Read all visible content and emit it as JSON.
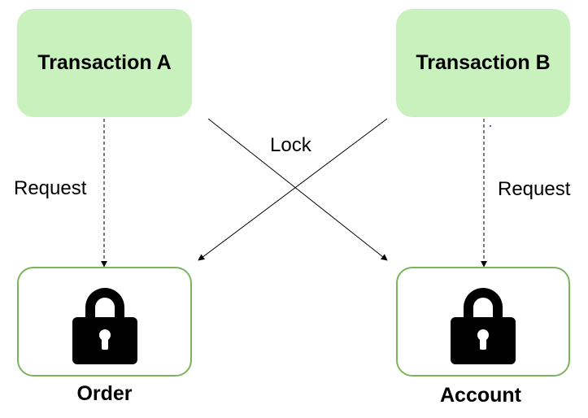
{
  "nodes": {
    "transaction_a": {
      "label": "Transaction A"
    },
    "transaction_b": {
      "label": "Transaction B"
    },
    "order": {
      "label": "Order",
      "icon": "lock-icon"
    },
    "account": {
      "label": "Account",
      "icon": "lock-icon"
    }
  },
  "edges": {
    "request_a": {
      "label": "Request",
      "from": "Transaction A",
      "to": "Order",
      "style": "dashed"
    },
    "request_b": {
      "label": "Request",
      "from": "Transaction B",
      "to": "Account",
      "style": "dashed"
    },
    "lock": {
      "label": "Lock"
    },
    "lock_a_to_account": {
      "from": "Transaction A",
      "to": "Account",
      "style": "solid"
    },
    "lock_b_to_order": {
      "from": "Transaction B",
      "to": "Order",
      "style": "solid"
    }
  },
  "colors": {
    "transaction_fill": "#c9f1bd",
    "resource_border": "#7ab55c",
    "line": "#000000"
  }
}
